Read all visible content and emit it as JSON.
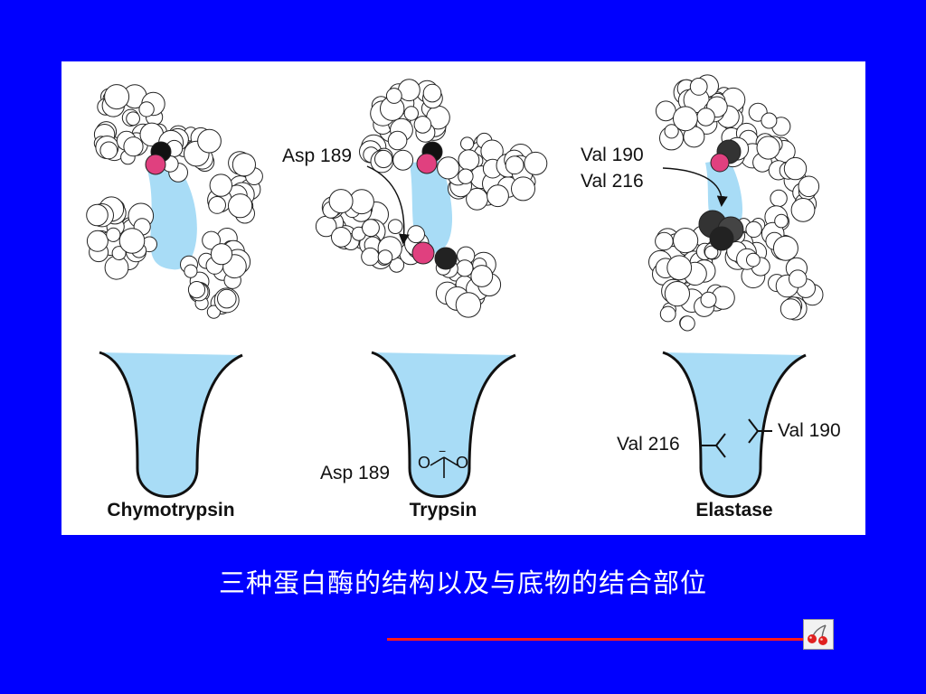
{
  "figure": {
    "labels": {
      "asp189_top": "Asp 189",
      "val190_top": "Val 190",
      "val216_top": "Val 216",
      "asp189_pocket": "Asp 189",
      "val216_pocket": "Val 216",
      "val190_pocket": "Val 190",
      "carboxylate_o_left": "O",
      "carboxylate_o_right": "O",
      "carboxylate_charge": "−"
    },
    "enzymes": [
      "Chymotrypsin",
      "Trypsin",
      "Elastase"
    ]
  },
  "caption": "三种蛋白酶的结构以及与底物的结合部位",
  "colors": {
    "background": "#0000ff",
    "pocket": "#a8dcf6",
    "highlight_pink": "#e0407f",
    "rule": "#ff1a1a"
  },
  "icons": {
    "nav": "cherry-icon"
  }
}
